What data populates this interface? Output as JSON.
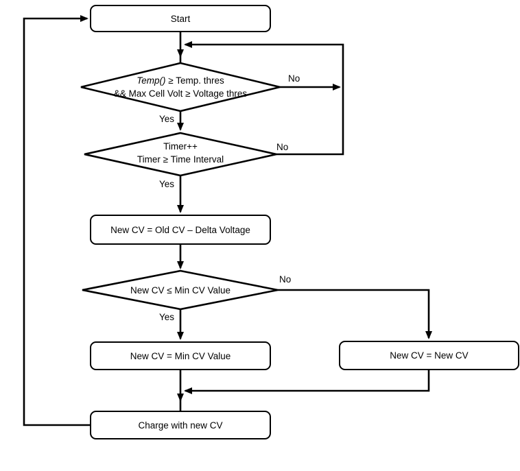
{
  "colors": {
    "stroke": "#000000",
    "fill": "#ffffff"
  },
  "nodes": {
    "start": {
      "label": "Start"
    },
    "cond_temp": {
      "line1_italic": "Temp()",
      "line1_rest": " ≥  Temp. thres",
      "line2": "&& Max Cell Volt ≥  Voltage thres"
    },
    "cond_timer": {
      "line1": "Timer++",
      "line2": "Timer ≥ Time Interval"
    },
    "proc_delta": {
      "label": "New CV = Old CV – Delta Voltage"
    },
    "cond_min": {
      "label": "New CV ≤ Min CV Value"
    },
    "proc_min": {
      "label": "New CV = Min CV Value"
    },
    "proc_keep": {
      "label": "New CV = New CV"
    },
    "proc_charge": {
      "label": "Charge with new CV"
    }
  },
  "edge_labels": {
    "cond_temp_no": "No",
    "cond_temp_yes": "Yes",
    "cond_timer_no": "No",
    "cond_timer_yes": "Yes",
    "cond_min_no": "No",
    "cond_min_yes": "Yes"
  }
}
